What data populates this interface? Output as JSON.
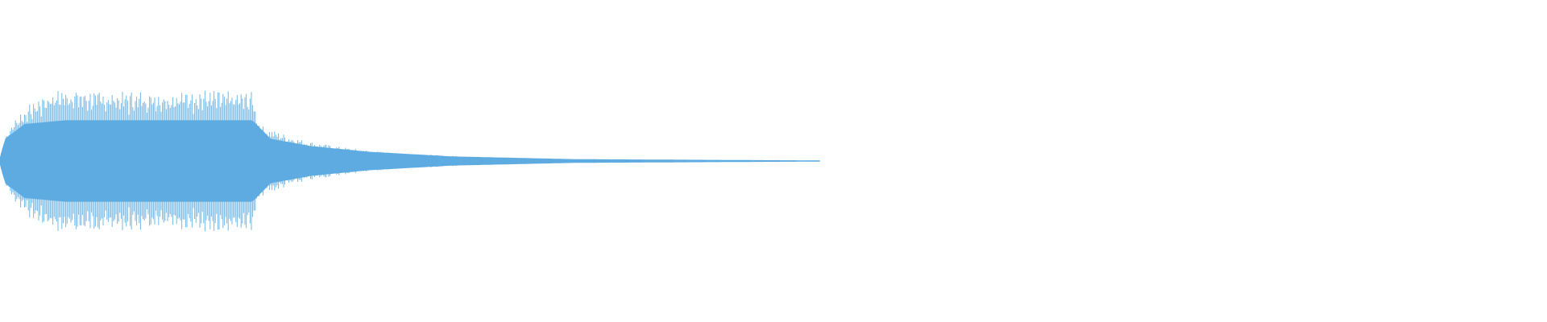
{
  "waveform": {
    "color": "#5DABE1",
    "peak_amplitude": 0.46,
    "envelope": [
      {
        "t": 0.0,
        "level": 0.02
      },
      {
        "t": 0.006,
        "level": 0.14
      },
      {
        "t": 0.02,
        "level": 0.26
      },
      {
        "t": 0.04,
        "level": 0.34
      },
      {
        "t": 0.06,
        "level": 0.4
      },
      {
        "t": 0.08,
        "level": 0.42
      },
      {
        "t": 0.12,
        "level": 0.4
      },
      {
        "t": 0.16,
        "level": 0.4
      },
      {
        "t": 0.2,
        "level": 0.4
      },
      {
        "t": 0.24,
        "level": 0.41
      },
      {
        "t": 0.28,
        "level": 0.4
      },
      {
        "t": 0.308,
        "level": 0.4
      },
      {
        "t": 0.318,
        "level": 0.22
      },
      {
        "t": 0.34,
        "level": 0.18
      },
      {
        "t": 0.37,
        "level": 0.13
      },
      {
        "t": 0.4,
        "level": 0.1
      },
      {
        "t": 0.44,
        "level": 0.07
      },
      {
        "t": 0.48,
        "level": 0.05
      },
      {
        "t": 0.54,
        "level": 0.035
      },
      {
        "t": 0.6,
        "level": 0.02
      },
      {
        "t": 0.68,
        "level": 0.012
      },
      {
        "t": 0.76,
        "level": 0.008
      },
      {
        "t": 0.86,
        "level": 0.005
      },
      {
        "t": 1.0,
        "level": 0.003
      }
    ],
    "core_envelope": [
      {
        "t": 0.0,
        "level": 0.02
      },
      {
        "t": 0.006,
        "level": 0.12
      },
      {
        "t": 0.03,
        "level": 0.2
      },
      {
        "t": 0.08,
        "level": 0.22
      },
      {
        "t": 0.2,
        "level": 0.22
      },
      {
        "t": 0.308,
        "level": 0.22
      },
      {
        "t": 0.33,
        "level": 0.12
      },
      {
        "t": 0.38,
        "level": 0.08
      },
      {
        "t": 0.45,
        "level": 0.05
      },
      {
        "t": 0.55,
        "level": 0.025
      },
      {
        "t": 0.7,
        "level": 0.01
      },
      {
        "t": 1.0,
        "level": 0.003
      }
    ],
    "duration_fraction_of_width": 0.53
  }
}
